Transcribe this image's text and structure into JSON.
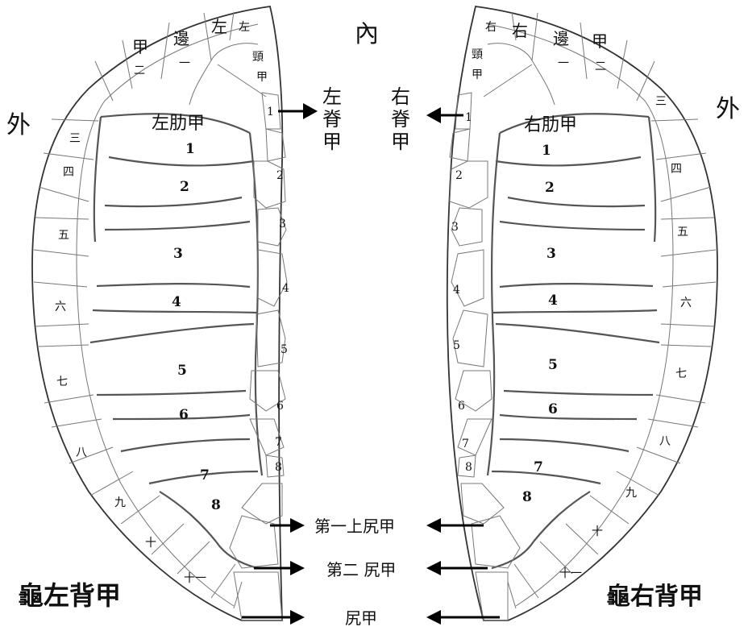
{
  "labels": {
    "outer_left": "外",
    "outer_right": "外",
    "inner": "內",
    "left_pleural": "左肋甲",
    "right_pleural": "右肋甲",
    "left_vertebral": "左脊甲",
    "right_vertebral": "右脊甲",
    "left_neck": "頸甲",
    "right_neck": "頸甲",
    "left_marginal_top": [
      "左",
      "左",
      "邊一",
      "甲二"
    ],
    "right_marginal_top": [
      "右",
      "右",
      "邊一",
      "甲二"
    ],
    "supracaudal_1": "第一上尻甲",
    "supracaudal_2": "第二 尻甲",
    "caudal": "尻甲",
    "left_title": "龜左背甲",
    "right_title": "龜右背甲"
  },
  "pleural_numbers": [
    "1",
    "2",
    "3",
    "4",
    "5",
    "6",
    "7",
    "8"
  ],
  "vertebral_numbers": [
    "1",
    "2",
    "3",
    "4",
    "5",
    "6",
    "7",
    "8"
  ],
  "marginal_numbers": [
    "三",
    "四",
    "五",
    "六",
    "七",
    "八",
    "九",
    "十",
    "十一"
  ]
}
